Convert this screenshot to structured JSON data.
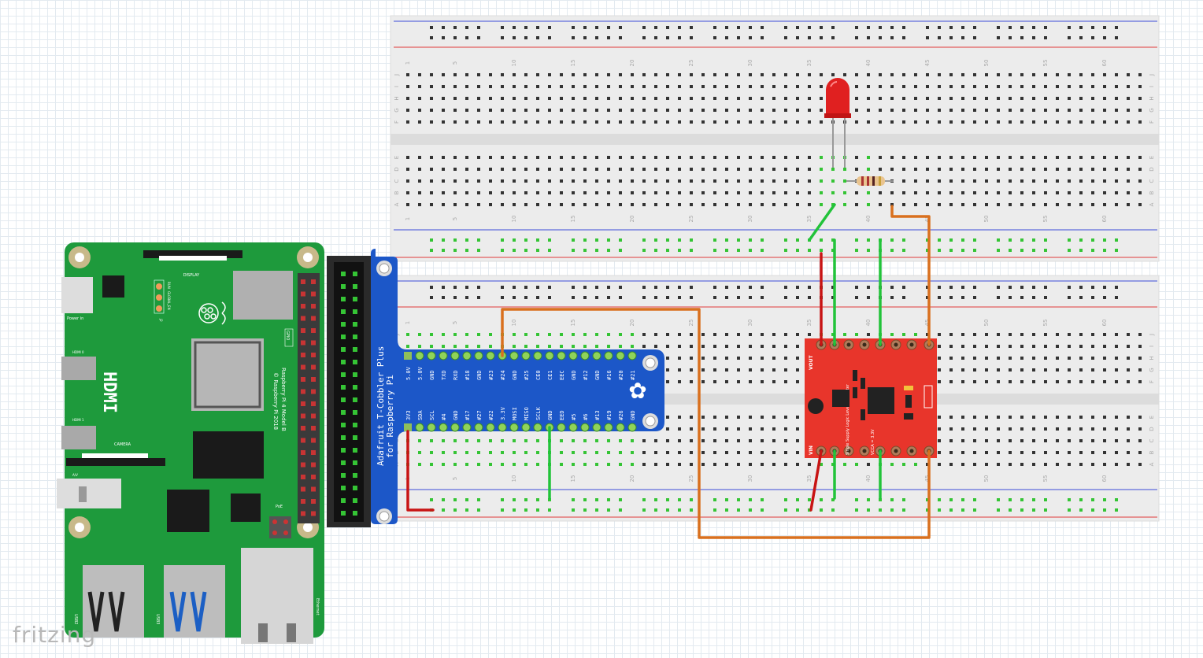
{
  "watermark": "fritzing",
  "breadboard": {
    "column_labels": [
      "1",
      "5",
      "10",
      "15",
      "20",
      "25",
      "30",
      "35",
      "40",
      "45",
      "50",
      "55",
      "60"
    ],
    "row_labels_top": [
      "J",
      "I",
      "H",
      "G",
      "F"
    ],
    "row_labels_bottom": [
      "E",
      "D",
      "C",
      "B",
      "A"
    ]
  },
  "raspberry_pi": {
    "model": "Raspberry Pi 4 Model B",
    "copyright": "© Raspberry Pi 2018",
    "display": "DISPLAY",
    "power_in": "Power in",
    "run": "RUN",
    "global_en": "GLOBAL_EN",
    "j2": "J2",
    "hdmi0": "HDMI 0",
    "hdmi1": "HDMI 1",
    "hdmi": "HDMI",
    "camera": "CAMERA",
    "gpio": "GPIO",
    "av": "A/V",
    "poe": "PoE",
    "usb2": "USB2",
    "usb3": "USB3",
    "ethernet": "Ethernet"
  },
  "cobbler": {
    "title_line1": "Adafruit T-Cobbler Plus",
    "title_line2": "for Raspberry Pi",
    "top_pins": [
      "5.0V",
      "5.0V",
      "GND",
      "TXD",
      "RXD",
      "#18",
      "GND",
      "#23",
      "#24",
      "GND",
      "#25",
      "CE0",
      "CE1",
      "EEC",
      "GND",
      "#12",
      "GND",
      "#16",
      "#20",
      "#21"
    ],
    "bottom_pins": [
      "3V3",
      "SDA",
      "SCL",
      "#4",
      "GND",
      "#17",
      "#27",
      "#22",
      "3.3V",
      "MOSI",
      "MISO",
      "SCLK",
      "GND",
      "EED",
      "#5",
      "#6",
      "#13",
      "#19",
      "#26",
      "GND"
    ]
  },
  "level_converter": {
    "vout": "VOUT",
    "vin": "VIN",
    "name": "Single Supply Logic Level Converter",
    "vcca": "VCCA = 3.3V"
  },
  "colors": {
    "pi_board": "#1e9a3c",
    "cobbler": "#1c57c8",
    "converter": "#e8352b",
    "wire_red": "#c81414",
    "wire_green": "#22c33a",
    "wire_orange": "#d9701e",
    "led": "#e02020"
  }
}
